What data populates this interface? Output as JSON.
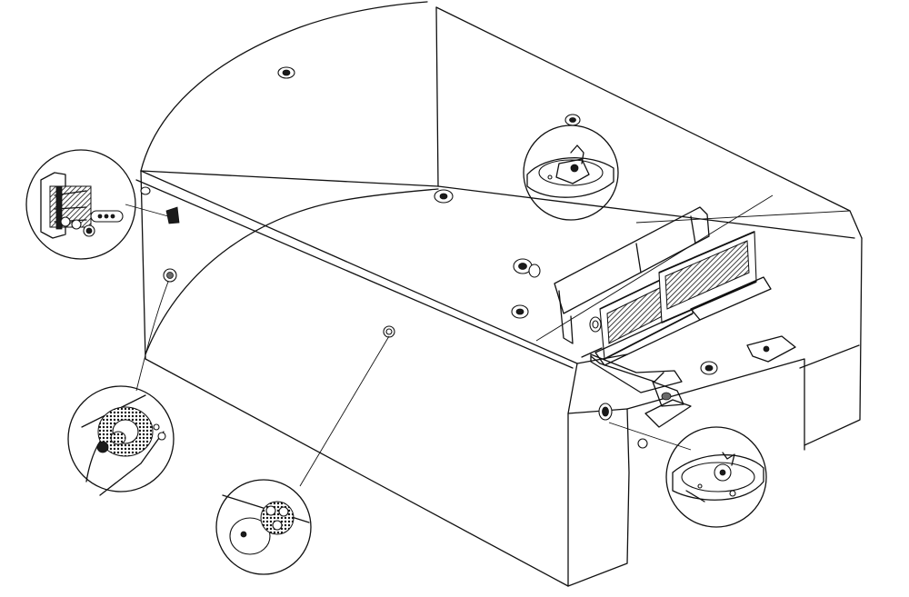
{
  "figure": {
    "kind": "exploded assembly line drawing",
    "colors": {
      "ink": "#111111",
      "paper": "#ffffff"
    },
    "callouts": [
      "clip-fastener-detail",
      "knurled-insert-detail-left",
      "knurled-insert-detail-bottom",
      "dome-nut-detail-top",
      "dome-nut-detail-right"
    ]
  }
}
